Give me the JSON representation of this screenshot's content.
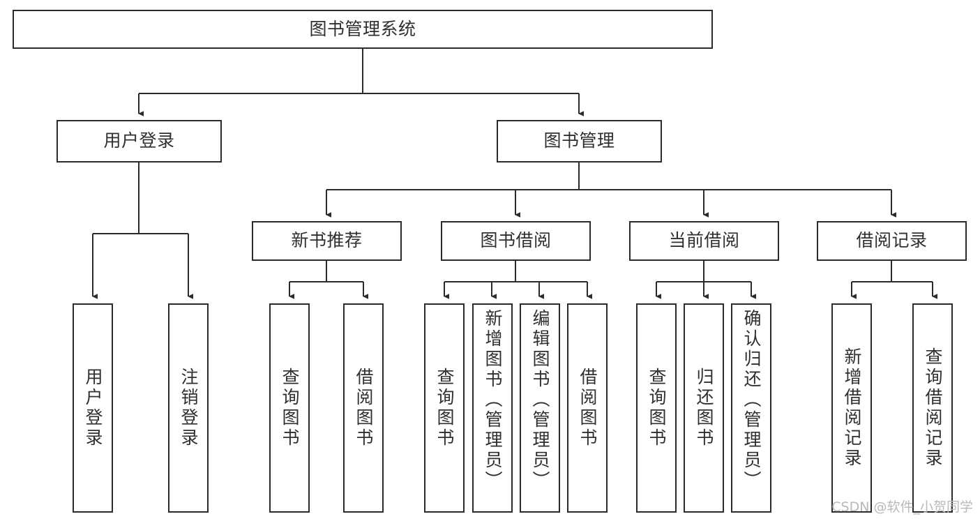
{
  "diagram": {
    "type": "tree-hierarchy-chart",
    "title": "图书管理系统",
    "orientation": "top-down",
    "colors": {
      "background": "#ffffff",
      "node_border": "#2b2b2b",
      "node_fill": "#ffffff",
      "text": "#2f2f2f",
      "edge": "#2b2b2b",
      "watermark": "#b9b9b9"
    },
    "root": {
      "label": "图书管理系统",
      "name": "node-root-library-management-system"
    },
    "level2": [
      {
        "label": "用户登录",
        "name": "node-user-login"
      },
      {
        "label": "图书管理",
        "name": "node-book-management"
      }
    ],
    "level3": [
      {
        "label": "新书推荐",
        "name": "node-new-book-recommendation"
      },
      {
        "label": "图书借阅",
        "name": "node-book-borrowing"
      },
      {
        "label": "当前借阅",
        "name": "node-current-borrowing"
      },
      {
        "label": "借阅记录",
        "name": "node-borrowing-records"
      }
    ],
    "leaves": {
      "user_login": [
        {
          "label": "用户登录",
          "name": "leaf-user-login"
        },
        {
          "label": "注销登录",
          "name": "leaf-logout"
        }
      ],
      "new_book_recommendation": [
        {
          "label": "查询图书",
          "name": "leaf-query-book-recommend"
        },
        {
          "label": "借阅图书",
          "name": "leaf-borrow-book-recommend"
        }
      ],
      "book_borrowing": [
        {
          "label": "查询图书",
          "name": "leaf-query-book-borrow"
        },
        {
          "label": "新增图书（管理员）",
          "name": "leaf-add-book-admin"
        },
        {
          "label": "编辑图书（管理员）",
          "name": "leaf-edit-book-admin"
        },
        {
          "label": "借阅图书",
          "name": "leaf-borrow-book"
        }
      ],
      "current_borrowing": [
        {
          "label": "查询图书",
          "name": "leaf-query-book-current"
        },
        {
          "label": "归还图书",
          "name": "leaf-return-book"
        },
        {
          "label": "确认归还（管理员）",
          "name": "leaf-confirm-return-admin"
        }
      ],
      "borrowing_records": [
        {
          "label": "新增借阅记录",
          "name": "leaf-add-borrow-record"
        },
        {
          "label": "查询借阅记录",
          "name": "leaf-query-borrow-record"
        }
      ]
    }
  },
  "watermark": {
    "text": "CSDN @软件_小贺同学"
  }
}
